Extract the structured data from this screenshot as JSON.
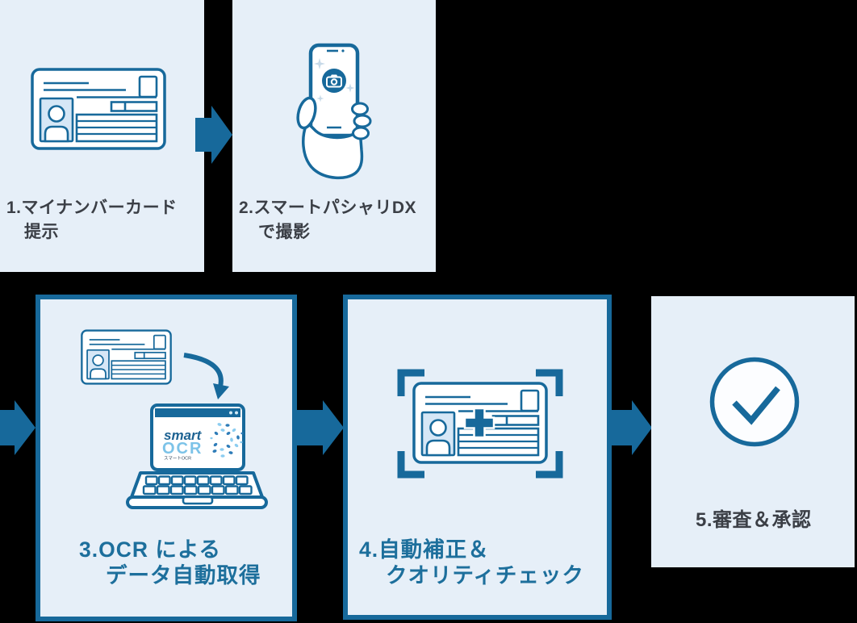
{
  "diagram": {
    "type": "process-flow",
    "panel_color": "#e6eff8",
    "accent_color": "#17699b",
    "caption_dark_color": "#3b3f46",
    "caption_blue_color": "#1d6f9c",
    "background_color": "#000000"
  },
  "steps": [
    {
      "num": "1",
      "line1": "1.マイナンバーカード",
      "line2": "提示",
      "icon": "my-number-card-icon"
    },
    {
      "num": "2",
      "line1": "2.スマートパシャリDX",
      "line2": "で撮影",
      "icon": "hand-holding-smartphone-camera-icon"
    },
    {
      "num": "3",
      "line1": "3.OCR による",
      "line2": "データ自動取得",
      "icon": "card-to-smartocr-laptop-icon"
    },
    {
      "num": "4",
      "line1": "4.自動補正＆",
      "line2": "クオリティチェック",
      "icon": "card-focus-crop-icon"
    },
    {
      "num": "5",
      "line1": "5.審査＆承認",
      "line2": "",
      "icon": "check-circle-icon"
    }
  ],
  "logo": {
    "brand_top": "smart",
    "brand_bottom": "OCR",
    "brand_subtitle": "スマートOCR",
    "light_blue": "#7cc3e8",
    "dark_blue": "#1d6292"
  },
  "arrows": [
    {
      "name": "arrow-step1-to-step2"
    },
    {
      "name": "arrow-wrap-into-step3"
    },
    {
      "name": "arrow-step3-to-step4"
    },
    {
      "name": "arrow-step4-to-step5"
    }
  ]
}
